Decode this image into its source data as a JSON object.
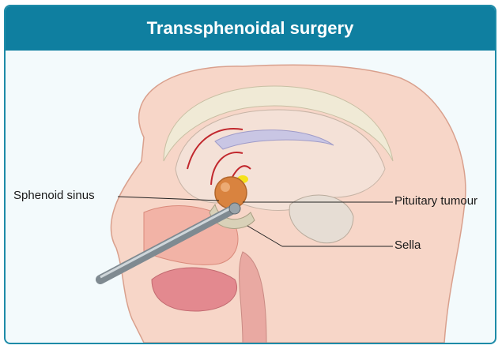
{
  "header": {
    "title": "Transsphenoidal surgery"
  },
  "labels": {
    "sphenoid_sinus": "Sphenoid sinus",
    "pituitary_tumour": "Pituitary tumour",
    "sella": "Sella"
  },
  "colors": {
    "header_bg": "#0f7fa0",
    "frame_border": "#1d8ba8",
    "skin": "#f5cfc0",
    "tumour": "#d9833f",
    "instrument": "#8f9aa1"
  }
}
